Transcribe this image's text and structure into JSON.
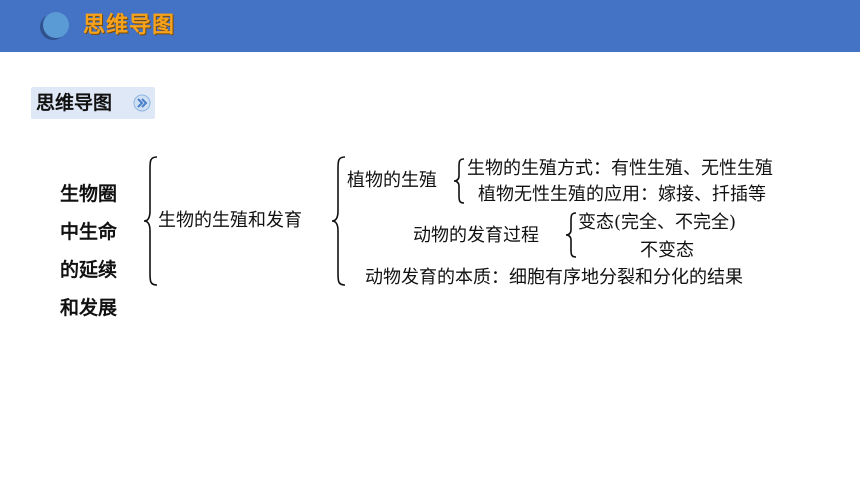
{
  "header": {
    "title": "思维导图"
  },
  "section": {
    "label": "思维导图",
    "icon": "double-chevron-right-icon"
  },
  "mindmap": {
    "root_lines": [
      "生物圈",
      "中生命",
      "的延续",
      "和发展"
    ],
    "level1": "生物的生殖和发育",
    "plant_node": "植物的生殖",
    "plant_children": [
      "生物的生殖方式：有性生殖、无性生殖",
      "植物无性生殖的应用：嫁接、扦插等"
    ],
    "animal_node": "动物的发育过程",
    "animal_children": [
      "变态(完全、不完全)",
      "不变态"
    ],
    "essence": "动物发育的本质：细胞有序地分裂和分化的结果"
  },
  "colors": {
    "header_bg": "#4472c4",
    "header_title": "#f7a21b",
    "tag_bg": "#dfe8f6",
    "dot": "#5b9bd5"
  }
}
